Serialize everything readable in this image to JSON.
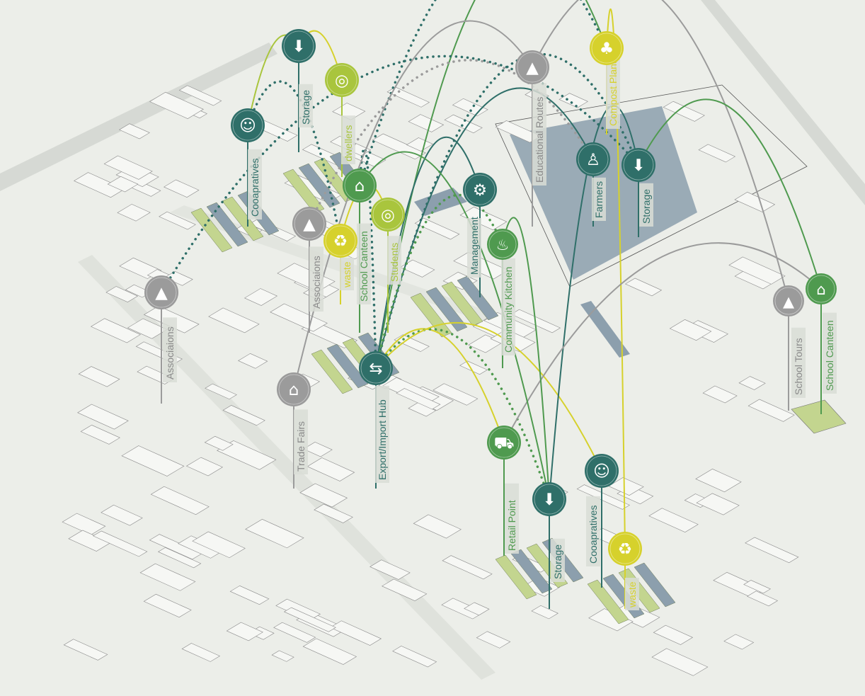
{
  "title": "Urban food network axonometric diagram",
  "palette": {
    "teal": "#2f6f69",
    "green": "#4f9a4f",
    "lightgreen": "#a9c53d",
    "yellow": "#d6d12c",
    "grey": "#9b9b9b",
    "plot": "#8c9fad",
    "field": "#c3d58f"
  },
  "nodes": [
    {
      "label": "Storage",
      "icon": "storage-box-icon",
      "kind": "teal"
    },
    {
      "label": "dwellers",
      "icon": "plate-cutlery-icon",
      "kind": "lightgreen"
    },
    {
      "label": "Cooapratives",
      "icon": "family-icon",
      "kind": "teal"
    },
    {
      "label": "School Canteen",
      "icon": "market-stall-icon",
      "kind": "green"
    },
    {
      "label": "Students",
      "icon": "plate-cutlery-icon",
      "kind": "lightgreen"
    },
    {
      "label": "waste",
      "icon": "recycle-icon",
      "kind": "yellow"
    },
    {
      "label": "Associaions",
      "icon": "graduation-cap-icon",
      "kind": "grey"
    },
    {
      "label": "Associaions",
      "icon": "graduation-cap-icon",
      "kind": "grey"
    },
    {
      "label": "Management",
      "icon": "gear-people-icon",
      "kind": "teal"
    },
    {
      "label": "Community Kitchen",
      "icon": "chef-stove-icon",
      "kind": "green"
    },
    {
      "label": "Educational Routes",
      "icon": "graduation-cap-icon",
      "kind": "grey"
    },
    {
      "label": "Compost Plant",
      "icon": "compost-bin-icon",
      "kind": "yellow"
    },
    {
      "label": "Farmers",
      "icon": "farmer-icon",
      "kind": "teal"
    },
    {
      "label": "Storage",
      "icon": "storage-box-icon",
      "kind": "teal"
    },
    {
      "label": "School Tours",
      "icon": "graduation-cap-icon",
      "kind": "grey"
    },
    {
      "label": "School Canteen",
      "icon": "market-stall-icon",
      "kind": "green"
    },
    {
      "label": "Export/Import Hub",
      "icon": "exchange-arrows-icon",
      "kind": "teal"
    },
    {
      "label": "Trade Fairs",
      "icon": "market-stall-icon",
      "kind": "grey"
    },
    {
      "label": "Retail Point",
      "icon": "shopping-cart-icon",
      "kind": "green"
    },
    {
      "label": "Storage",
      "icon": "storage-box-icon",
      "kind": "teal"
    },
    {
      "label": "Cooapratives",
      "icon": "family-icon",
      "kind": "teal"
    },
    {
      "label": "waste",
      "icon": "recycle-icon",
      "kind": "yellow"
    }
  ]
}
